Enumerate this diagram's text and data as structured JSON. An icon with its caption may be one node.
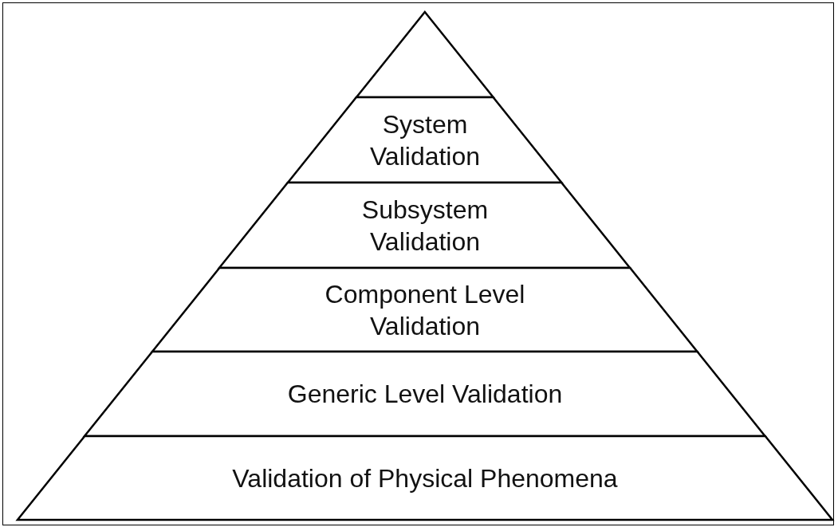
{
  "diagram": {
    "nodes": [
      {
        "text": [],
        "shape": "triangle"
      },
      {
        "text": [
          "System Validation"
        ]
      },
      {
        "text": [
          "Subsystem Validation"
        ]
      },
      {
        "text": [
          "Component Level Validation"
        ]
      },
      {
        "text": [
          "Generic Level Validation"
        ]
      },
      {
        "text": [
          "Validation of Physical Phenomena"
        ]
      }
    ]
  }
}
